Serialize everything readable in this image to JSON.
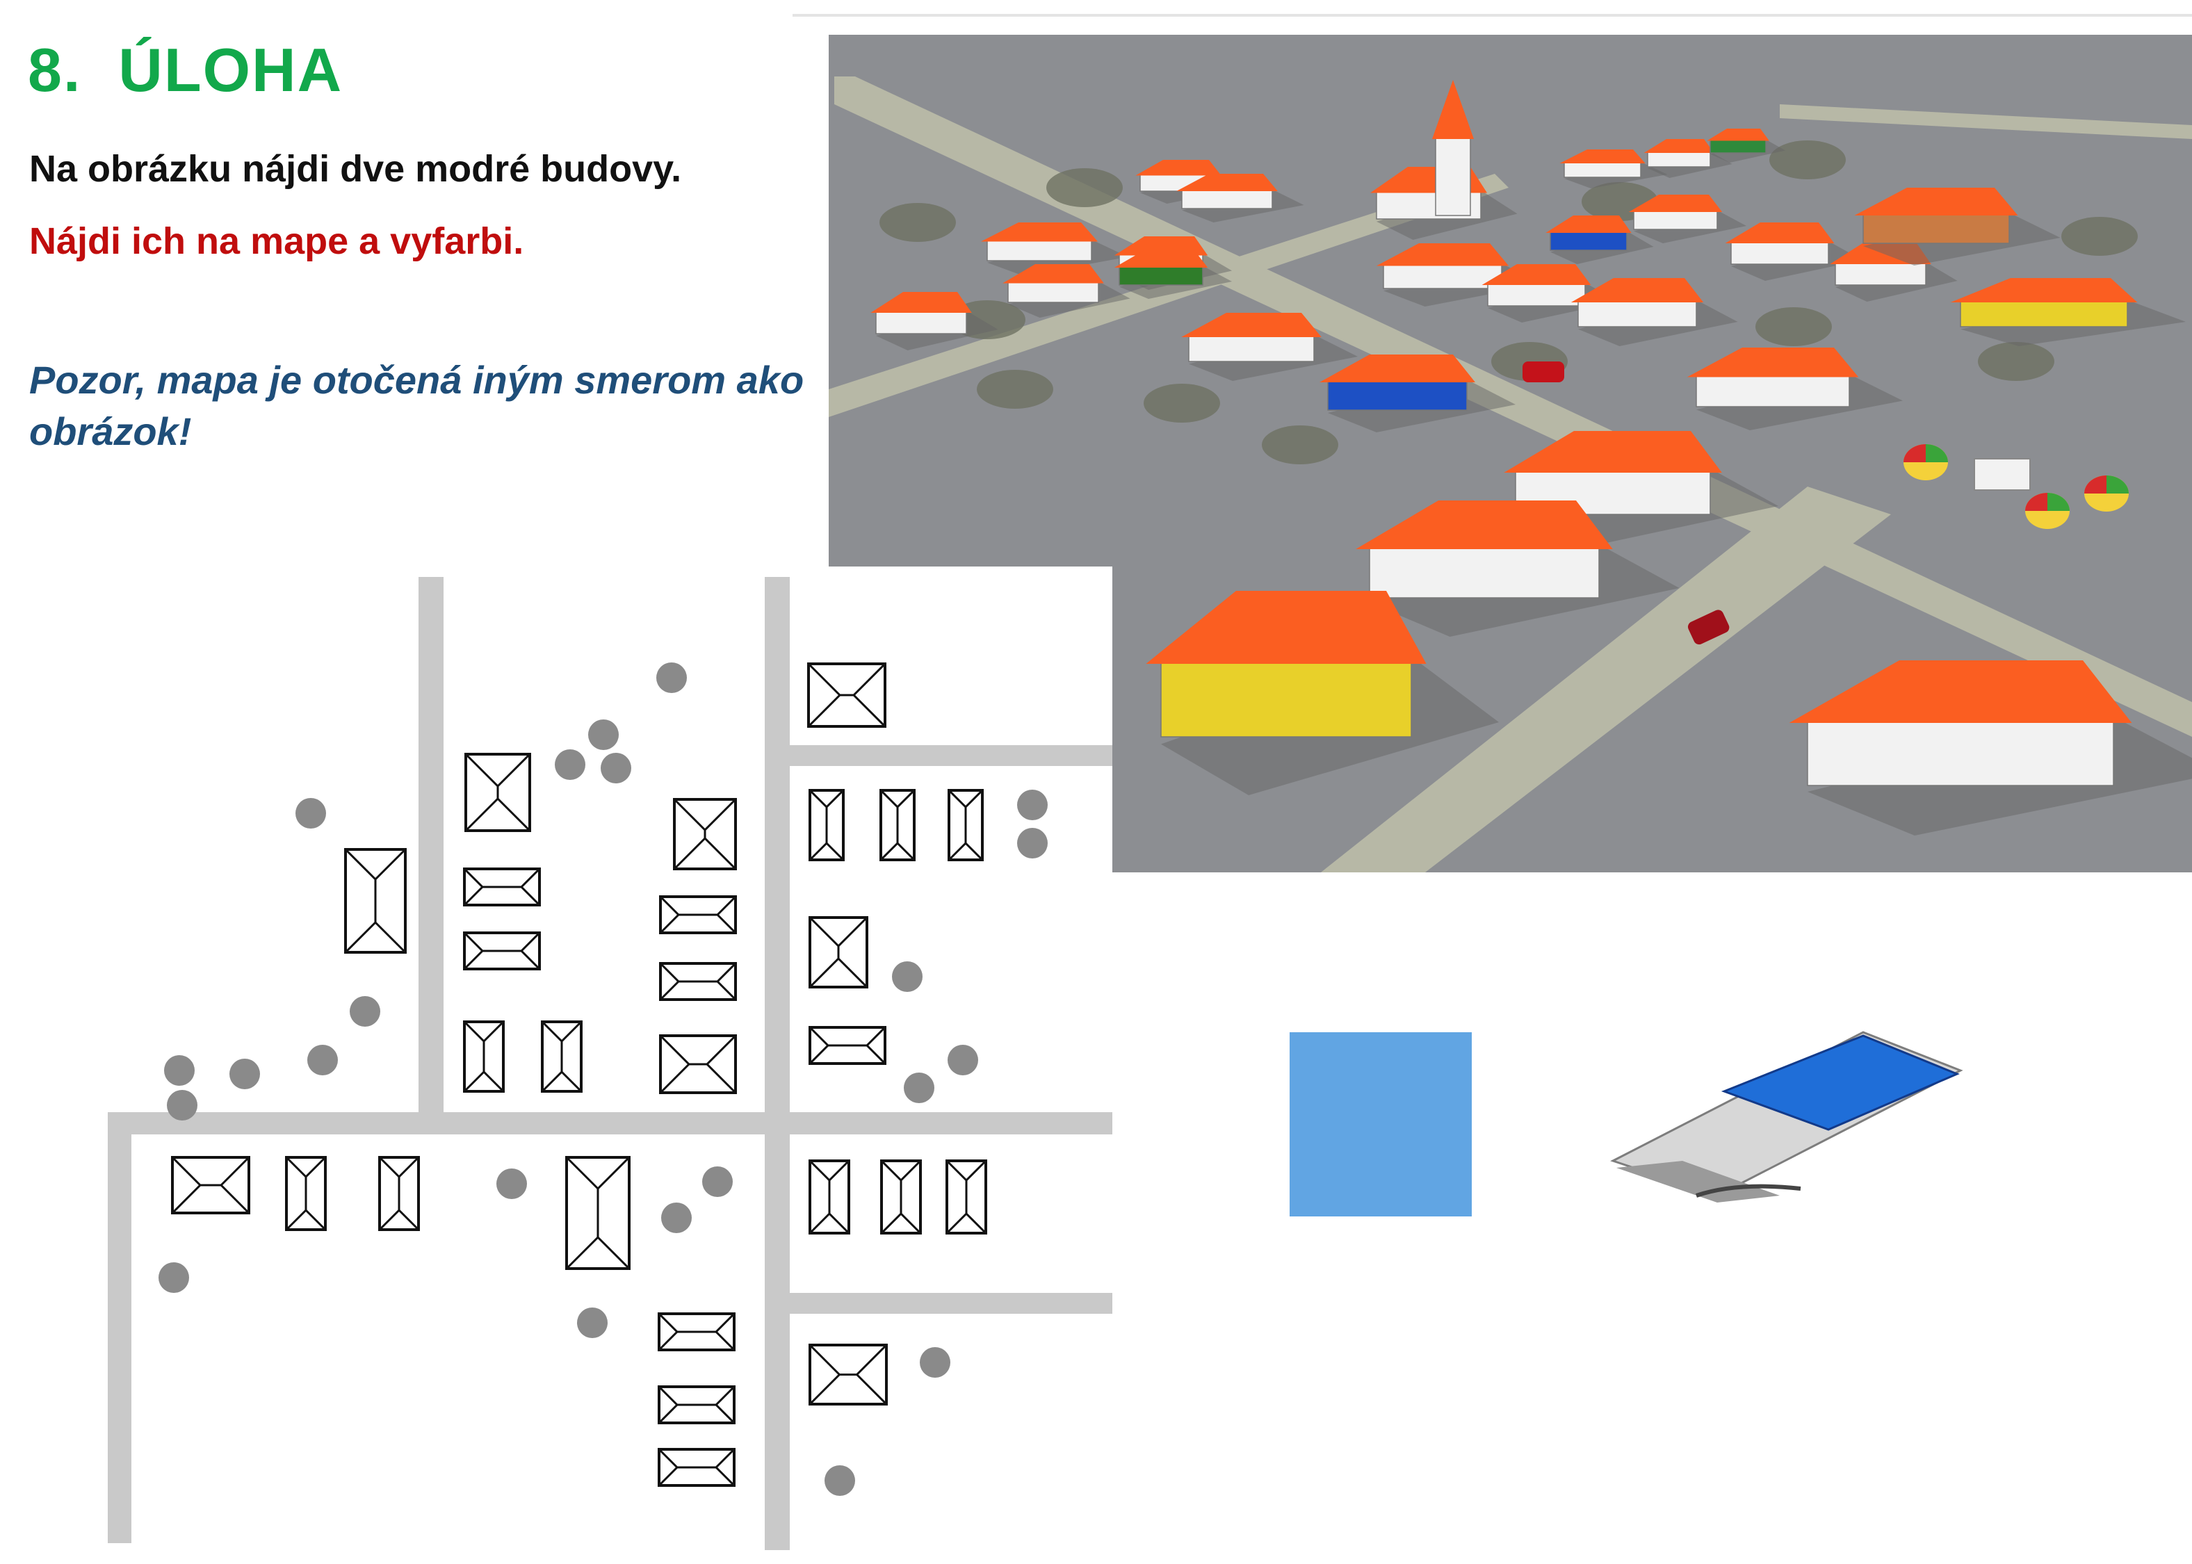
{
  "task": {
    "title": "8.  ÚLOHA",
    "instruction_find": "Na obrázku nájdi dve modré budovy.",
    "instruction_color": "Nájdi ich na mape a vyfarbi.",
    "warning": "Pozor, mapa je otočená iným smerom ako obrázok!"
  },
  "colors": {
    "title": "#12a84b",
    "instruction_find": "#111111",
    "instruction_color": "#c00d0d",
    "warning": "#1f4e79",
    "road_map": "#c9c9c9",
    "tree_map": "#8a8a8a",
    "ground_3d": "#8c8e92",
    "road_3d": "#b7b8a6",
    "roof_3d": "#fb5e21",
    "wall_3d": "#f2f2f2",
    "wall_blue": "#1d50c4",
    "wall_green": "#2f7d2a",
    "wall_yellow": "#e8d02a",
    "wall_brown": "#c97b44",
    "legend_square": "#61a5e3",
    "legend_roof_blue": "#1f6ed8"
  },
  "icons": {
    "scene": "village-3d-illustration",
    "map": "village-map-icon",
    "legend_square": "blue-color-swatch-icon",
    "legend_building": "blue-roof-building-icon",
    "tree": "tree-symbol-icon",
    "building": "building-plan-icon"
  }
}
